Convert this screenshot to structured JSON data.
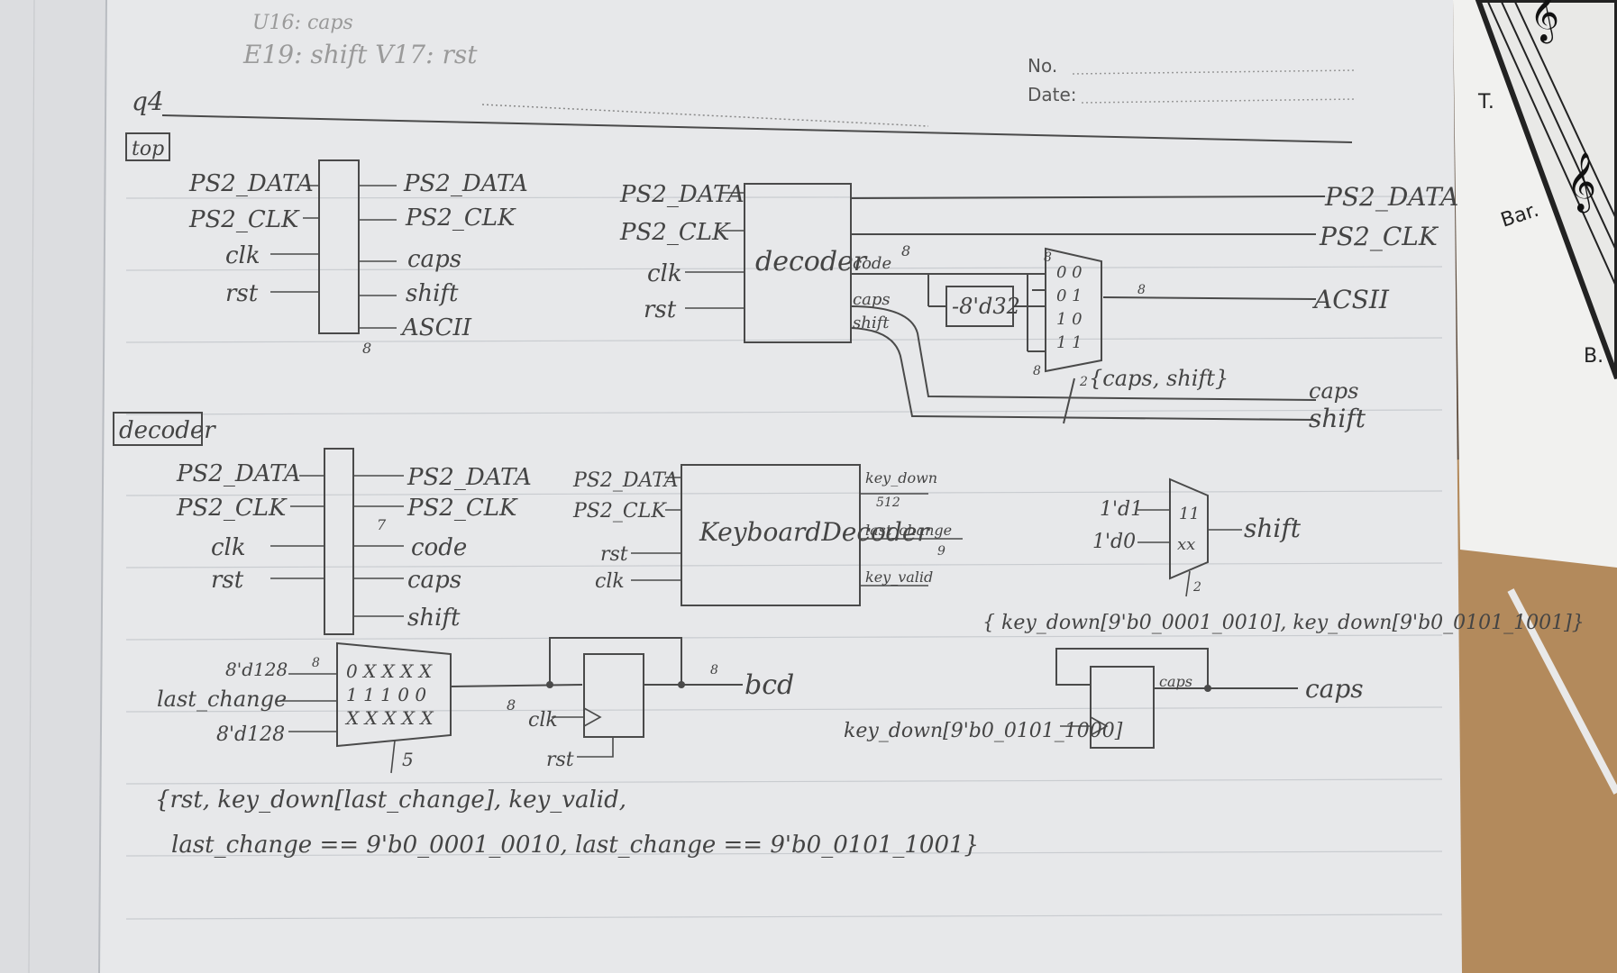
{
  "header_notes": {
    "line1": "U16: caps",
    "line2": "E19: shift  V17: rst"
  },
  "page_marks": {
    "no": "No.",
    "date": "Date:"
  },
  "question": "q4",
  "top_section": {
    "label": "top",
    "module_inputs": [
      "PS2_DATA",
      "PS2_CLK",
      "clk",
      "rst"
    ],
    "module_outputs": [
      "PS2_DATA",
      "PS2_CLK",
      "caps",
      "shift",
      "ASCII"
    ],
    "ascii_width": "8",
    "decoder_block": "decoder",
    "decoder_inputs": [
      "PS2_DATA",
      "PS2_CLK",
      "clk",
      "rst"
    ],
    "decoder_outputs": [
      "code",
      "caps",
      "shift"
    ],
    "code_width": "8",
    "subtract_const": "-8'd32",
    "mux_rows": [
      "0 0",
      "0 1",
      "1 0",
      "1 1"
    ],
    "mux_width_top": "8",
    "mux_width_bottom": "8",
    "mux_sel_width": "2",
    "mux_select": "{caps, shift}",
    "out_width": "8",
    "outputs": [
      "PS2_DATA",
      "PS2_CLK",
      "ACSII",
      "caps",
      "shift"
    ]
  },
  "decoder_section": {
    "label": "decoder",
    "module_inputs": [
      "PS2_DATA",
      "PS2_CLK",
      "clk",
      "rst"
    ],
    "module_outputs": [
      "PS2_DATA",
      "PS2_CLK",
      "code",
      "caps",
      "shift"
    ],
    "code_width": "7",
    "kbd_block": "KeyboardDecoder",
    "kbd_inputs": [
      "PS2_DATA",
      "PS2_CLK",
      "rst",
      "clk"
    ],
    "kbd_outputs": [
      "key_down",
      "last_change",
      "key_valid"
    ],
    "key_down_width": "512",
    "last_change_width": "9",
    "shift_mux_inputs": [
      "1'd1",
      "1'd0"
    ],
    "shift_mux_rows": [
      "11",
      "xx"
    ],
    "shift_mux_sel_width": "2",
    "shift_output": "shift",
    "shift_select": "{ key_down[9'b0_0001_0010], key_down[9'b0_0101_1001]}",
    "mux8_inputs": [
      "8'd128",
      "last_change",
      "8'd128"
    ],
    "mux8_in_width": "8",
    "mux8_table": [
      "0 X X X X",
      "1 1 1 0 0",
      "X X X X X"
    ],
    "mux8_sel_width": "5",
    "mux8_out_width": "8",
    "dff_inputs": [
      "clk",
      "rst"
    ],
    "dff_out_width": "8",
    "dff_output": "bcd",
    "caps_ff_input": "key_down[9'b0_0101_1000]",
    "caps_ff_label": "caps",
    "caps_output": "caps",
    "select_line1": "{rst, key_down[last_change], key_valid,",
    "select_line2": "last_change == 9'b0_0001_0010, last_change == 9'b0_0101_1001}"
  },
  "right_sheet": {
    "items": [
      "T.",
      "Bar.",
      "B."
    ]
  }
}
